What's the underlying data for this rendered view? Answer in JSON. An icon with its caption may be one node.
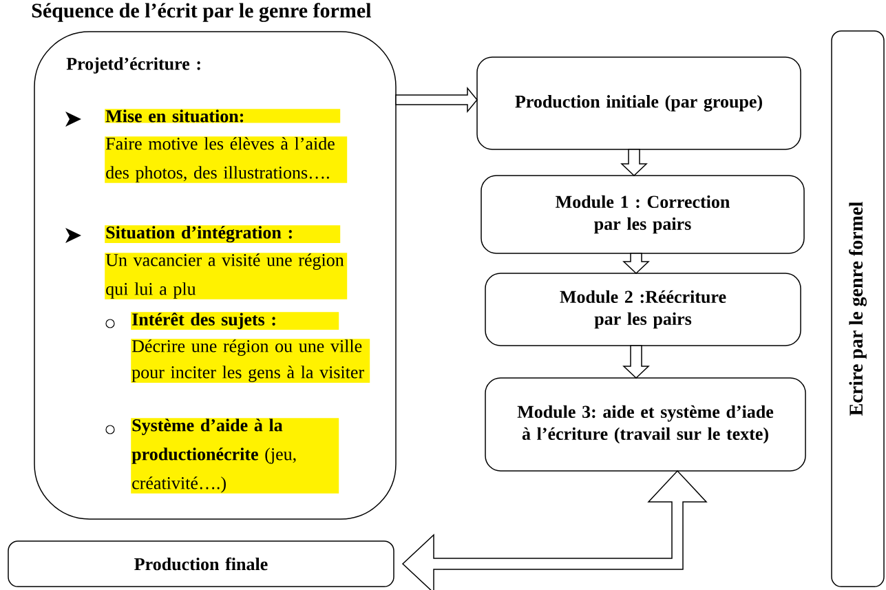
{
  "diagram": {
    "title": "Séquence de l’écrit par le genre formel",
    "nodes": [
      {
        "text": [
          "Projetd’écriture :",
          "Mise en situation:",
          "Faire motive les élèves à l’aide des photos, des illustrations….",
          "Situation d’intégration :",
          "Un vacancier a visité une région qui lui a plu",
          "Intérêt des sujets :",
          "Décrire une région ou une ville pour inciter les gens à la visiter",
          "**Système d’aide à la productionécrite** (jeu, créativité….)"
        ]
      },
      {
        "text": [
          "Production initiale (par groupe)"
        ]
      },
      {
        "text": [
          "Module 1 : Correction par les pairs"
        ]
      },
      {
        "text": [
          "Module 2 :Réécriture par les pairs"
        ]
      },
      {
        "text": [
          "Module 3: aide et système d’iade à l’écriture (travail sur le texte)"
        ]
      },
      {
        "text": [
          "Production finale"
        ]
      },
      {
        "text": [
          "Ecrire par le genre formel"
        ]
      }
    ],
    "edges": [
      {
        "from": 0,
        "to": 1,
        "arrow": "to"
      },
      {
        "from": 1,
        "to": 2,
        "arrow": "to"
      },
      {
        "from": 2,
        "to": 3,
        "arrow": "to"
      },
      {
        "from": 3,
        "to": 4,
        "arrow": "to"
      },
      {
        "from": 4,
        "to": 5,
        "arrow": "both"
      }
    ]
  }
}
